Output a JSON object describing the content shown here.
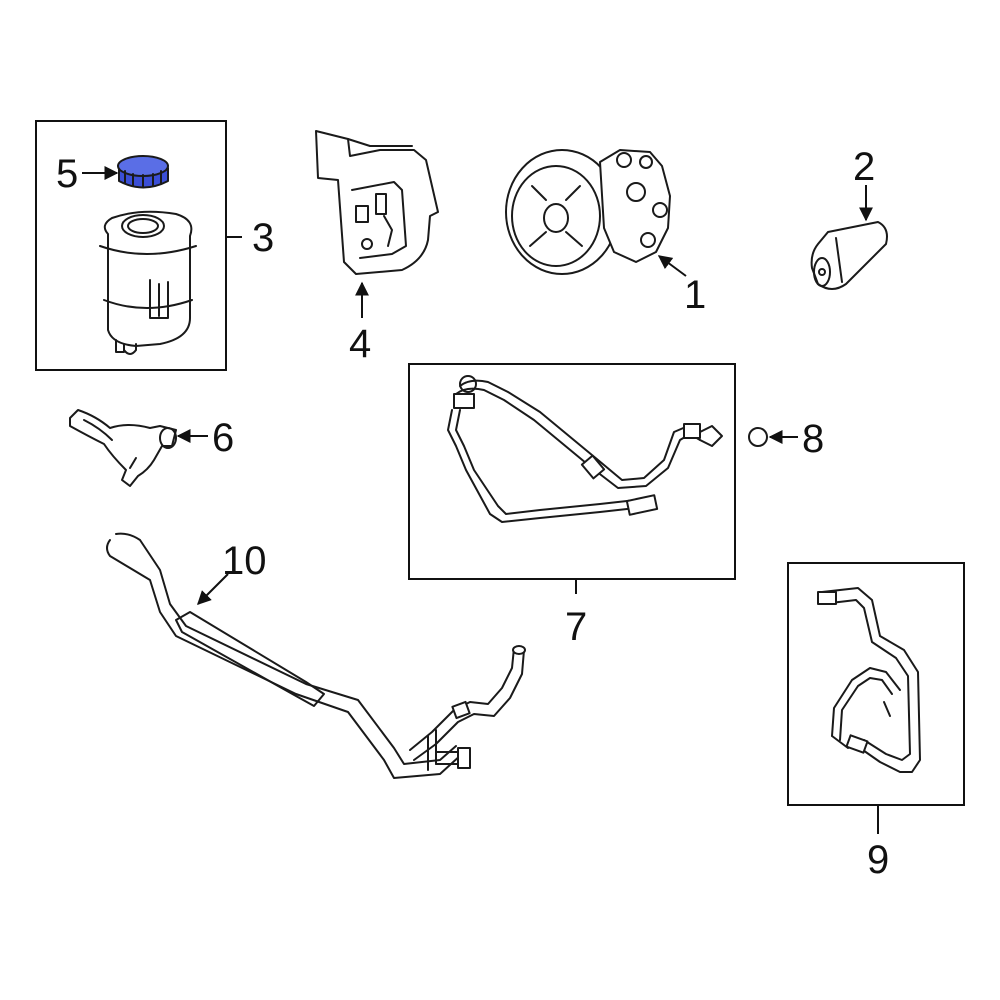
{
  "callouts": {
    "c1": "1",
    "c2": "2",
    "c3": "3",
    "c4": "4",
    "c5": "5",
    "c6": "6",
    "c7": "7",
    "c8": "8",
    "c9": "9",
    "c10": "10"
  },
  "colors": {
    "highlight": "#3b4fd6",
    "line": "#1a1a1a",
    "background": "#ffffff"
  }
}
